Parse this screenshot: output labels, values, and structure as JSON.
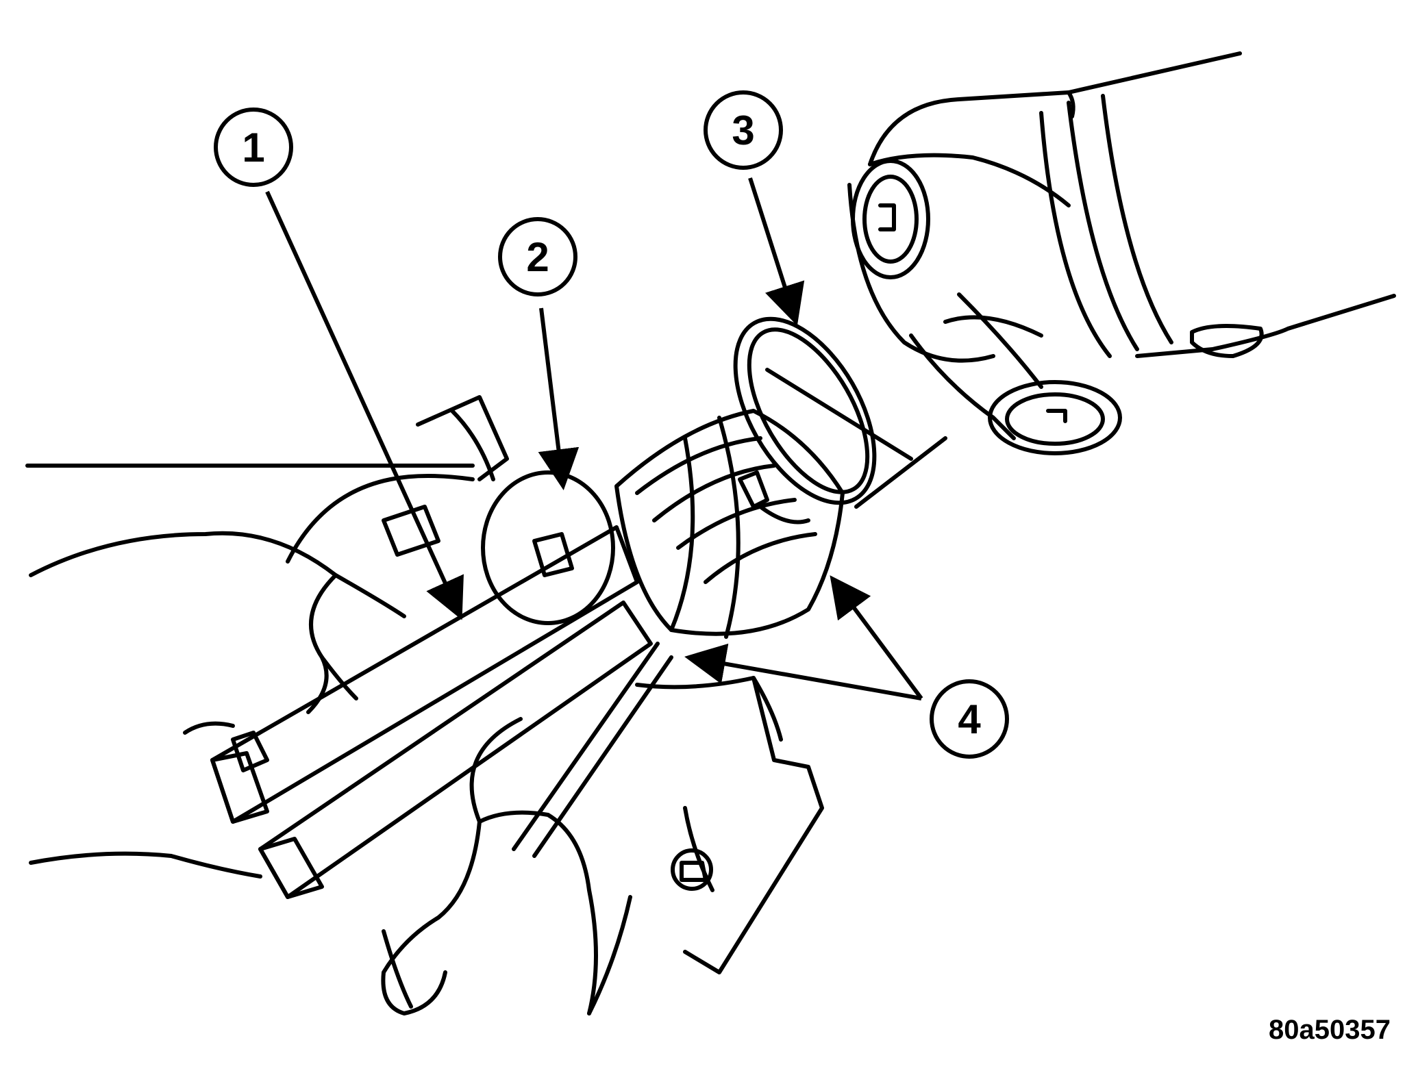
{
  "figure": {
    "id_label": "80a50357",
    "callouts": [
      {
        "number": "1"
      },
      {
        "number": "2"
      },
      {
        "number": "3"
      },
      {
        "number": "4"
      }
    ]
  },
  "colors": {
    "ink": "#000000",
    "paper": "#ffffff"
  }
}
